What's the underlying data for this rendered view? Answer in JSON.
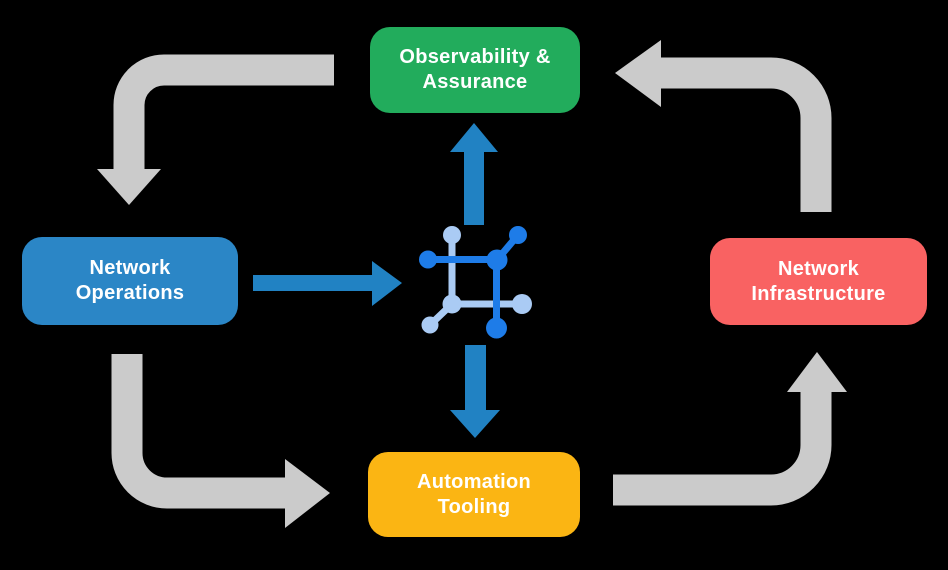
{
  "colors": {
    "background": "#000000",
    "gray_arrow": "#CBCBCB",
    "blue_arrow": "#2182C3",
    "icon_dark_blue": "#1E7CE8",
    "icon_light_blue": "#AACBF4",
    "label_text": "#FFFFFF"
  },
  "nodes": {
    "observability": {
      "line1": "Observability &",
      "line2": "Assurance",
      "color": "#22AC5C"
    },
    "operations": {
      "line1": "Network",
      "line2": "Operations",
      "color": "#2B86C6"
    },
    "infrastructure": {
      "line1": "Network",
      "line2": "Infrastructure",
      "color": "#F96262"
    },
    "automation": {
      "line1": "Automation",
      "line2": "Tooling",
      "color": "#FBB513"
    }
  },
  "center_icon": {
    "name": "network-mesh-icon"
  },
  "flows": [
    {
      "from": "observability",
      "to": "operations",
      "style": "gray"
    },
    {
      "from": "operations",
      "to": "automation",
      "style": "gray"
    },
    {
      "from": "automation",
      "to": "infrastructure",
      "style": "gray"
    },
    {
      "from": "infrastructure",
      "to": "observability",
      "style": "gray"
    },
    {
      "from": "operations",
      "to": "center-icon",
      "style": "blue"
    },
    {
      "from": "center-icon",
      "to": "observability",
      "style": "blue"
    },
    {
      "from": "center-icon",
      "to": "automation",
      "style": "blue"
    }
  ]
}
